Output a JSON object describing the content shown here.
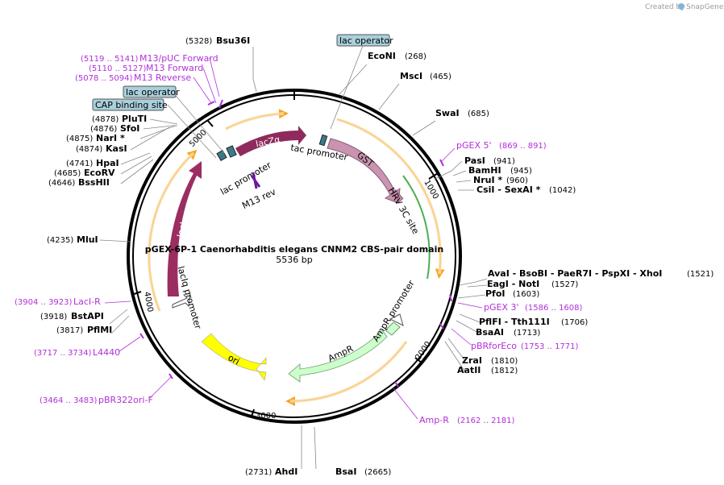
{
  "watermark": {
    "created_by": "Created by",
    "brand": "SnapGene"
  },
  "map": {
    "name": "pGEX-6P-1 Caenorhabditis elegans CNNM2 CBS-pair domain",
    "length": "5536 bp",
    "ticks": [
      "1000",
      "2000",
      "3000",
      "4000",
      "5000"
    ]
  },
  "sites": [
    {
      "pos": "(5328)",
      "name": "Bsu36I"
    },
    {
      "pos": "(268)",
      "name": "EcoNI"
    },
    {
      "pos": "(465)",
      "name": "MscI"
    },
    {
      "pos": "(685)",
      "name": "SwaI"
    },
    {
      "pos": "(941)",
      "name": "PasI"
    },
    {
      "pos": "(945)",
      "name": "BamHI"
    },
    {
      "pos": "(960)",
      "name": "NruI *"
    },
    {
      "pos": "(1042)",
      "name": "CsiI  - SexAI *"
    },
    {
      "pos": "(1521)",
      "name": "AvaI  - BsoBI  - PaeR7I  - PspXI  - XhoI"
    },
    {
      "pos": "(1527)",
      "name": "EagI  - NotI"
    },
    {
      "pos": "(1603)",
      "name": "PfoI"
    },
    {
      "pos": "(1706)",
      "name": "PflFI  - Tth111I"
    },
    {
      "pos": "(1713)",
      "name": "BsaAI"
    },
    {
      "pos": "(1810)",
      "name": "ZraI"
    },
    {
      "pos": "(1812)",
      "name": "AatII"
    },
    {
      "pos": "(2665)",
      "name": "BsaI"
    },
    {
      "pos": "(2731)",
      "name": "AhdI"
    },
    {
      "pos": "(3817)",
      "name": "PflMI"
    },
    {
      "pos": "(3918)",
      "name": "BstAPI"
    },
    {
      "pos": "(4235)",
      "name": "MluI"
    },
    {
      "pos": "(4646)",
      "name": "BssHII"
    },
    {
      "pos": "(4685)",
      "name": "EcoRV"
    },
    {
      "pos": "(4741)",
      "name": "HpaI"
    },
    {
      "pos": "(4874)",
      "name": "KasI"
    },
    {
      "pos": "(4875)",
      "name": "NarI *"
    },
    {
      "pos": "(4876)",
      "name": "SfoI"
    },
    {
      "pos": "(4878)",
      "name": "PluTI"
    }
  ],
  "primers": [
    {
      "pos": "(5119 .. 5141)",
      "name": "M13/pUC Forward"
    },
    {
      "pos": "(5110 .. 5127)",
      "name": "M13 Forward"
    },
    {
      "pos": "(5078 .. 5094)",
      "name": "M13 Reverse"
    },
    {
      "pos": "(869 .. 891)",
      "name": "pGEX 5'"
    },
    {
      "pos": "(1586 .. 1608)",
      "name": "pGEX 3'"
    },
    {
      "pos": "(1753 .. 1771)",
      "name": "pBRforEco"
    },
    {
      "pos": "(2162 .. 2181)",
      "name": "Amp-R"
    },
    {
      "pos": "(3464 .. 3483)",
      "name": "pBR322ori-F"
    },
    {
      "pos": "(3717 .. 3734)",
      "name": "L4440"
    },
    {
      "pos": "(3904 .. 3923)",
      "name": "LacI-R"
    }
  ],
  "boxes": [
    {
      "name": "lac operator"
    },
    {
      "name": "lac operator"
    },
    {
      "name": "CAP binding site"
    }
  ],
  "features": {
    "lacZa": "lacZα",
    "lacI": "lacI",
    "GST": "GST",
    "HRV3C": "HRV 3C site",
    "ori": "ori",
    "AmpR": "AmpR",
    "AmpR_promoter": "AmpR promoter",
    "lacIq_promoter": "lacIq promoter",
    "lac_promoter": "lac promoter",
    "tac_promoter": "tac promoter",
    "M13_rev": "M13 rev"
  },
  "colors": {
    "lacZa": "#8e2b5c",
    "lacI": "#9b2d61",
    "GST": "#c994b0",
    "ori": "#ffff00",
    "AmpR": "#ccffcc",
    "primer": "#b030d8",
    "orf": "#f5a623",
    "box_fill": "#a9d0db"
  }
}
